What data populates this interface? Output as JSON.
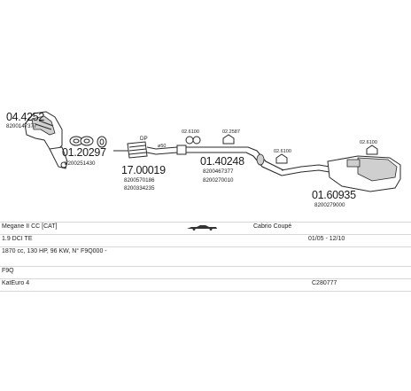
{
  "parts": {
    "catalyst": {
      "number": "04.4252",
      "ref": "8200147377"
    },
    "gasket_set": {
      "number": "01.20297",
      "ref": "8200251430"
    },
    "front_pipe": {
      "number": "17.00019",
      "refs": [
        "8200570186",
        "8200334235"
      ]
    },
    "middle_silencer": {
      "number": "01.40248",
      "refs": [
        "8200467377",
        "8200270010"
      ]
    },
    "rear_silencer": {
      "number": "01.60935",
      "ref": "8200279000"
    },
    "rubber_mounts": [
      "02.6100",
      "02.2587",
      "02.6100",
      "02.6100"
    ],
    "clamp_label": "ø50",
    "pipe_label": "DP"
  },
  "vehicle": {
    "model": "Megane II CC [CAT]",
    "body": "Cabrio Coupé",
    "engine": "1.9 DCI TE",
    "period": "01/05 - 12/10",
    "specs": "1870 cc, 130 HP, 96 KW, N° F9Q000 -",
    "code": "F9Q",
    "emission": "KatEuro 4",
    "catalog": "C280777"
  },
  "colors": {
    "line": "#2a2a2a",
    "shade": "#cfcfcf",
    "rule": "#d8d8d8"
  },
  "icons": [
    "catalyst-icon",
    "gasket-icon",
    "flexpipe-icon",
    "silencer-icon",
    "rubber-mount-icon",
    "clamp-icon",
    "car-cabrio-icon"
  ]
}
